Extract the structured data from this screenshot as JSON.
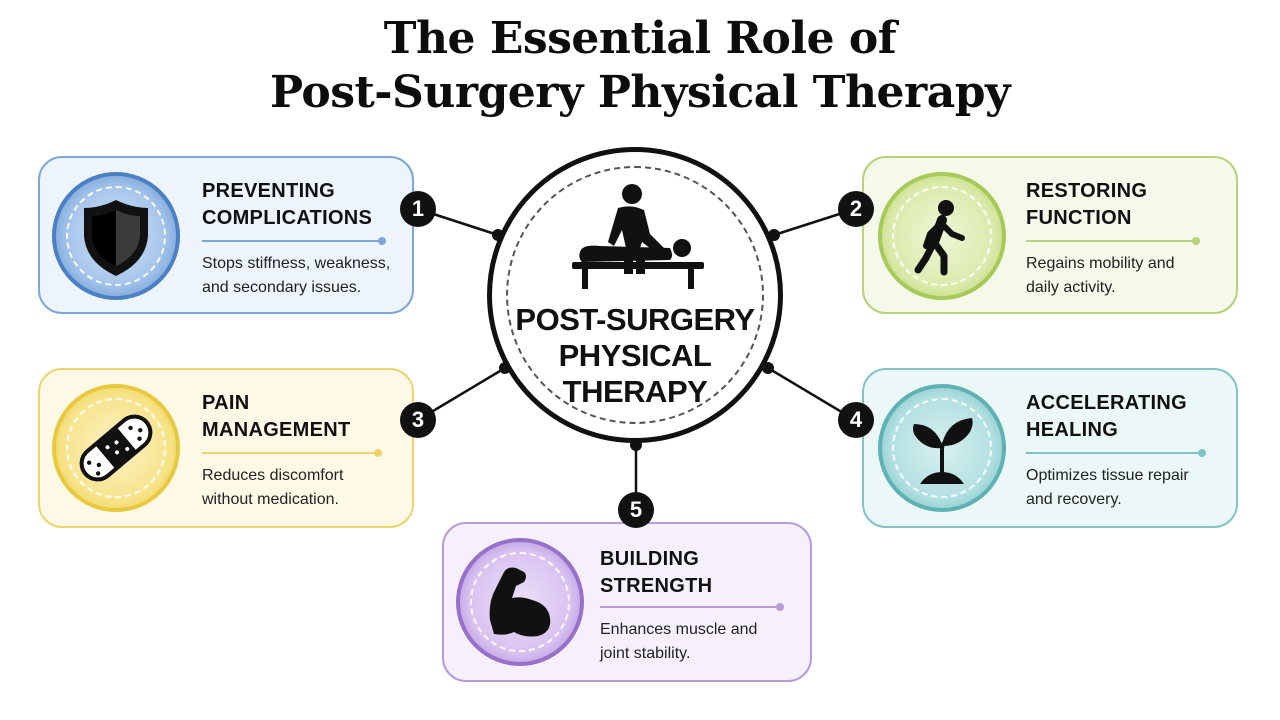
{
  "title": {
    "line1": "The Essential Role of",
    "line2": "Post-Surgery Physical Therapy"
  },
  "hub": {
    "lines": [
      "POST-SURGERY",
      "PHYSICAL",
      "THERAPY"
    ],
    "icon": "therapist-treating-patient-icon"
  },
  "cards": [
    {
      "number": "1",
      "heading": [
        "PREVENTING",
        "COMPLICATIONS"
      ],
      "description": [
        "Stops stiffness, weakness,",
        "and secondary issues."
      ],
      "icon": "shield-icon",
      "color": "#4a80c4"
    },
    {
      "number": "2",
      "heading": [
        "RESTORING",
        "FUNCTION"
      ],
      "description": [
        "Regains mobility and",
        "daily activity."
      ],
      "icon": "walking-person-icon",
      "color": "#a6c958"
    },
    {
      "number": "3",
      "heading": [
        "PAIN",
        "MANAGEMENT"
      ],
      "description": [
        "Reduces discomfort",
        "without medication."
      ],
      "icon": "bandage-icon",
      "color": "#e8c83c"
    },
    {
      "number": "4",
      "heading": [
        "ACCELERATING",
        "HEALING"
      ],
      "description": [
        "Optimizes tissue repair",
        "and recovery."
      ],
      "icon": "sprout-icon",
      "color": "#5fb2b4"
    },
    {
      "number": "5",
      "heading": [
        "BUILDING",
        "STRENGTH"
      ],
      "description": [
        "Enhances muscle and",
        "joint stability."
      ],
      "icon": "flexed-arm-icon",
      "color": "#9670c9"
    }
  ]
}
